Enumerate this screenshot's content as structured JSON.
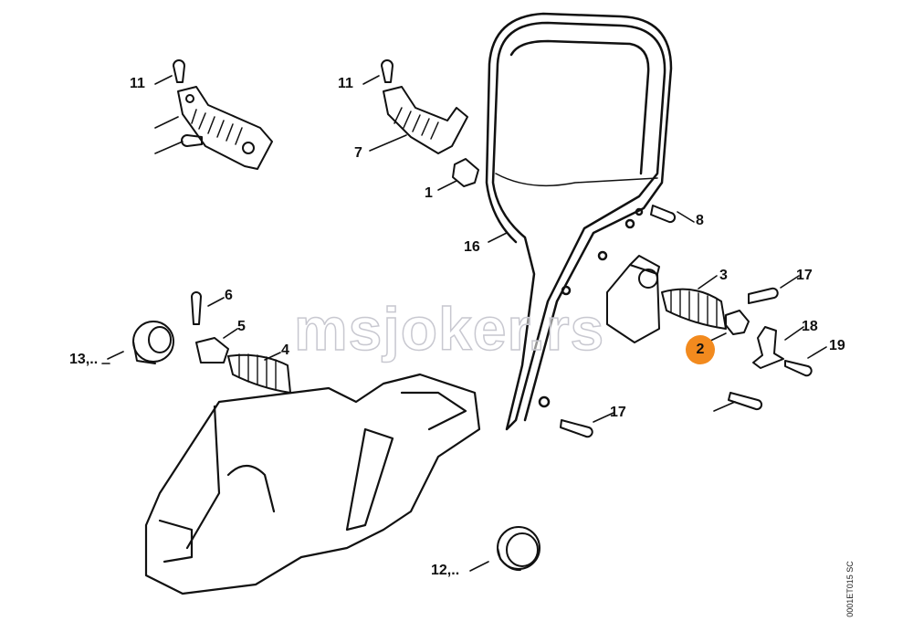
{
  "watermark": "msjoker.rs",
  "drawing_code": "0001ET015 SC",
  "highlight_color": "#f28a1e",
  "labels": {
    "p11a": "11",
    "p11b": "11",
    "p7": "7",
    "p1": "1",
    "p16": "16",
    "p8": "8",
    "p3": "3",
    "p17a": "17",
    "p6": "6",
    "p5": "5",
    "p4": "4",
    "p13": "13,..",
    "p18": "18",
    "p19": "19",
    "p2": "2",
    "p17b": "17",
    "p12": "12,.."
  }
}
